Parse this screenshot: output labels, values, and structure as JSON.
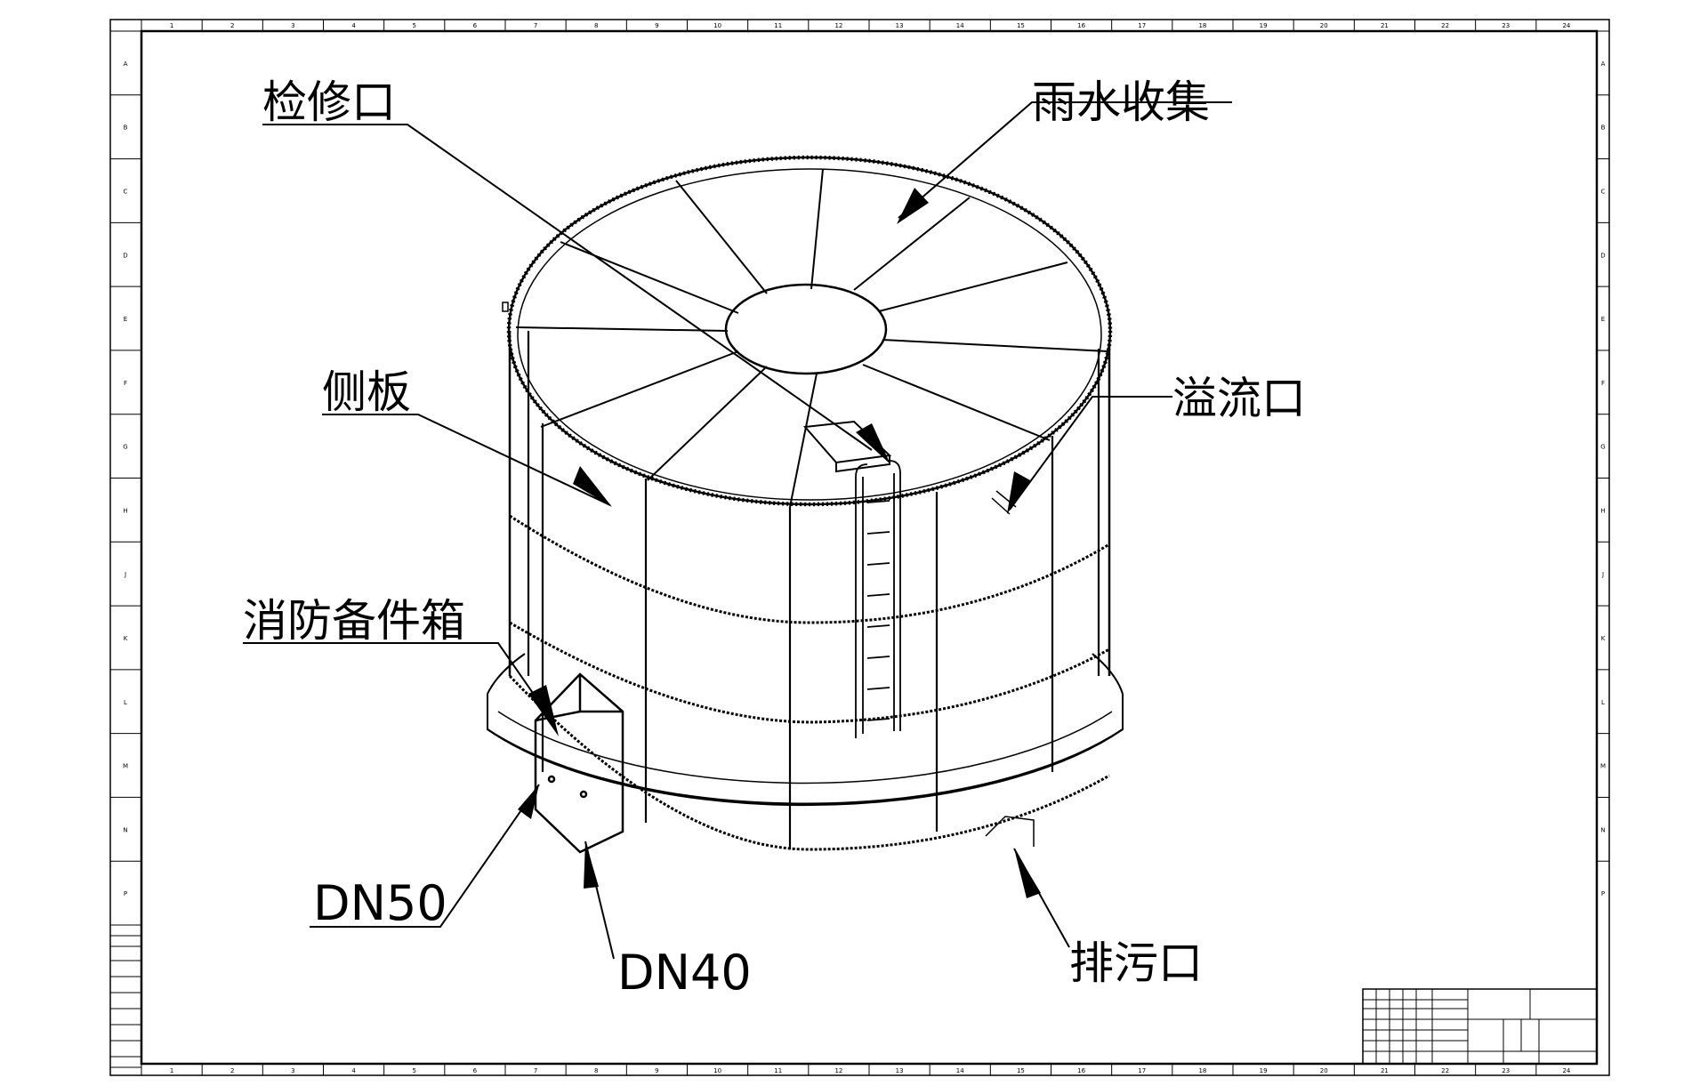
{
  "drawing": {
    "callouts": {
      "inspection_port": "检修口",
      "rain_collection": "雨水收集",
      "side_panel": "侧板",
      "overflow_port": "溢流口",
      "fire_spare_box": "消防备件箱",
      "dn50": "DN50",
      "dn40": "DN40",
      "drain_port": "排污口"
    },
    "frame": {
      "columns": [
        "1",
        "2",
        "3",
        "4",
        "5",
        "6",
        "7",
        "8",
        "9",
        "10",
        "11",
        "12",
        "13",
        "14",
        "15",
        "16",
        "17",
        "18",
        "19",
        "20",
        "21",
        "22",
        "23",
        "24"
      ],
      "rows": [
        "A",
        "B",
        "C",
        "D",
        "E",
        "F",
        "G",
        "H",
        "J",
        "K",
        "L",
        "M",
        "N",
        "P"
      ]
    }
  }
}
